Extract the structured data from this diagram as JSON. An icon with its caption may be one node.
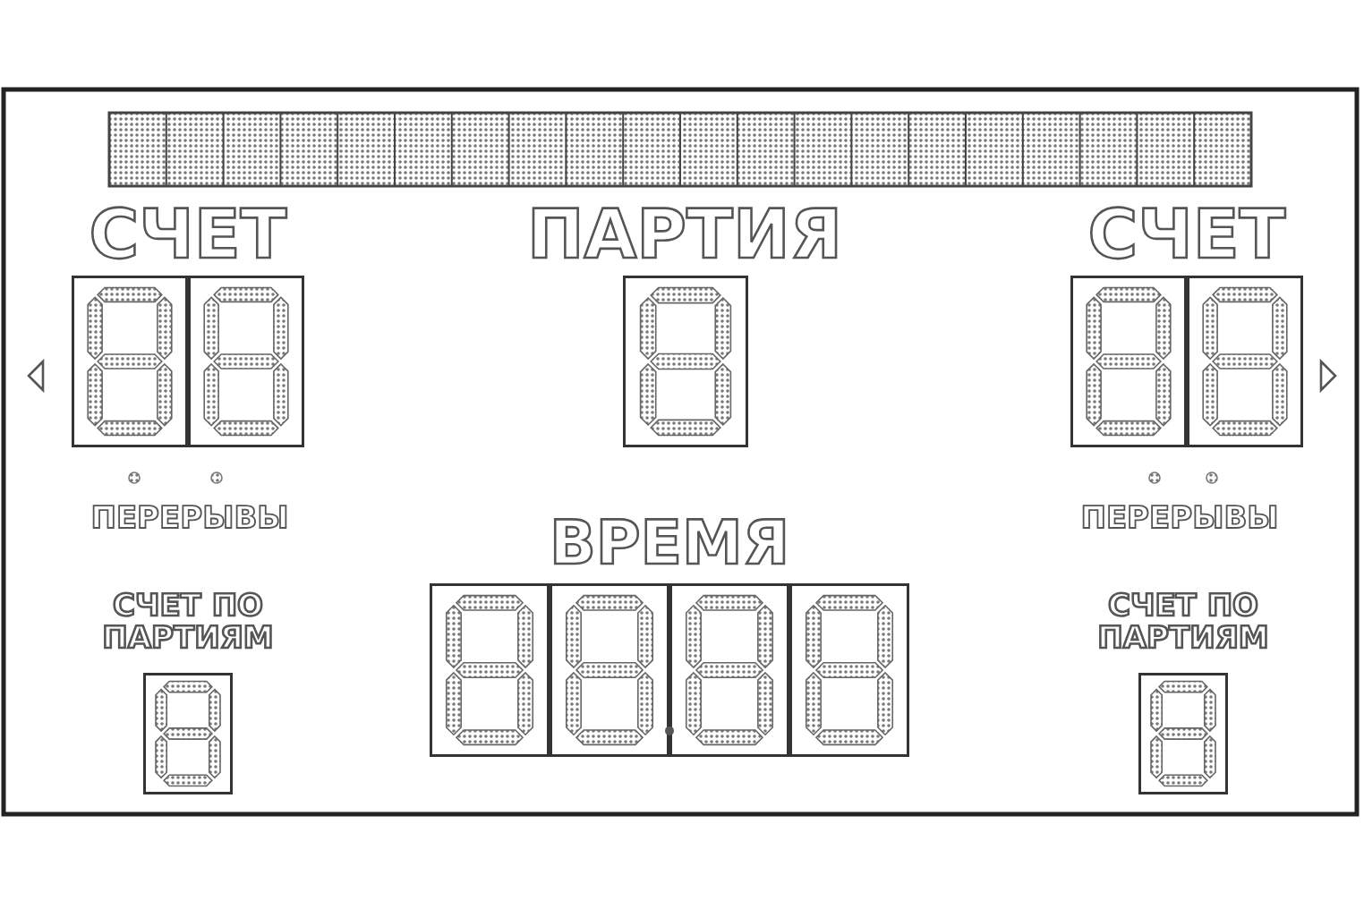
{
  "diagram": {
    "nodes": [
      {
        "text": [],
        "shape": "bar"
      },
      {
        "text": [
          "СЧЕТ"
        ]
      },
      {
        "text": [
          "ПАРТИЯ"
        ]
      },
      {
        "text": [
          "СЧЕТ"
        ]
      },
      {
        "text": [
          "ВРЕМЯ"
        ]
      },
      {
        "text": [
          "СЧЕТ ПО ПАРТИЯМ"
        ]
      },
      {
        "text": [
          "СЧЕТ ПО ПАРТИЯМ"
        ]
      }
    ],
    "labels": [
      "ПЕРЕРЫВЫ",
      "ПЕРЕРЫВЫ"
    ]
  }
}
